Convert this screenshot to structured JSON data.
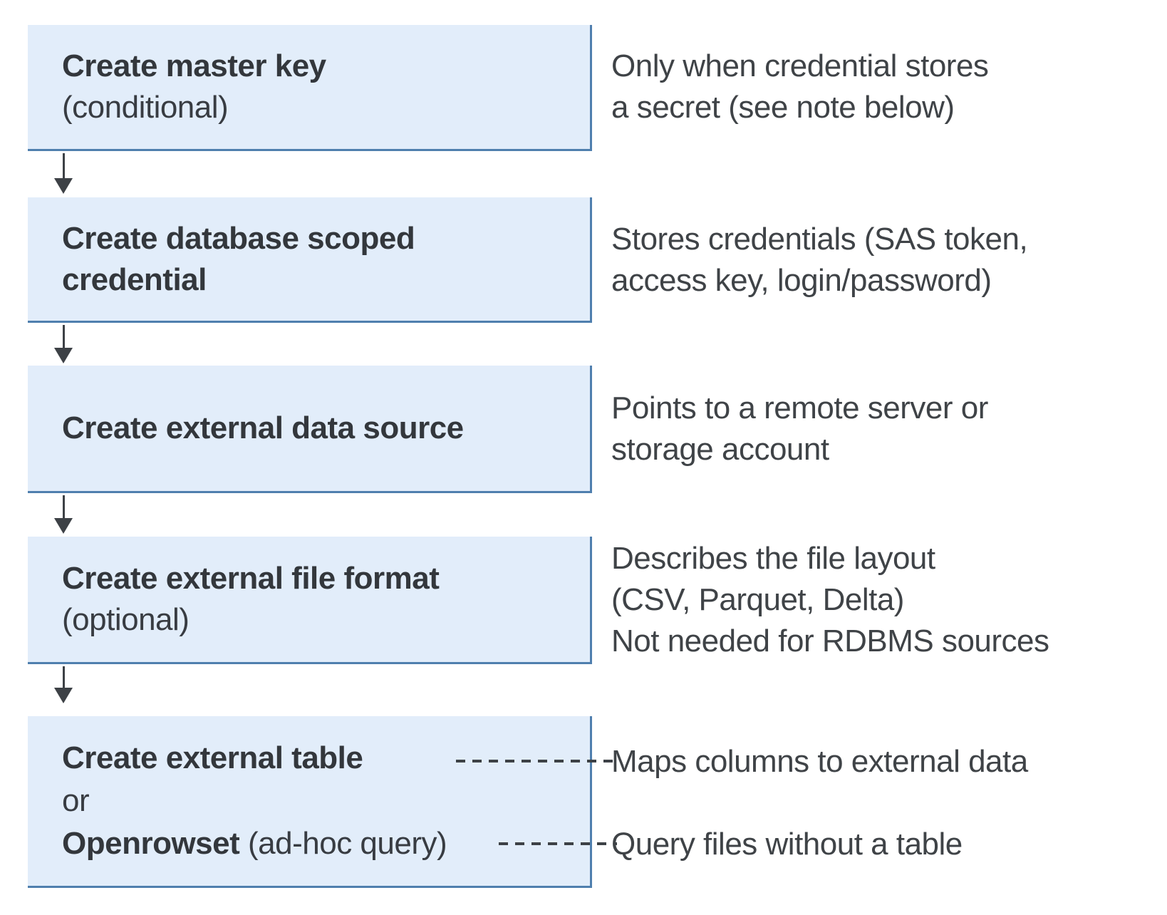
{
  "boxes": {
    "box1": {
      "line1_bold": "Create master key",
      "line2": "(conditional)"
    },
    "box2": {
      "line1_bold": "Create database scoped",
      "line2_bold": "credential"
    },
    "box3": {
      "line1_bold": "Create external data source"
    },
    "box4": {
      "line1_bold": "Create external file format",
      "line2": "(optional)"
    },
    "box5": {
      "line1_bold": "Create external table",
      "line2": "or",
      "line3_bold": "Openrowset",
      "line3_regular": " (ad-hoc query)"
    }
  },
  "notes": {
    "master_key": "Only when credential stores\na secret (see note below)",
    "credential": "Stores credentials (SAS token,\naccess key, login/password)",
    "data_source": "Points to a remote server or\nstorage account",
    "file_format": "Describes the file layout\n(CSV, Parquet, Delta)\nNot needed for RDBMS sources",
    "external_table": "Maps columns to external data",
    "openrowset": "Query files without a table"
  },
  "colors": {
    "box_fill": "#e2edfa",
    "box_border": "#4f7fae",
    "arrow": "#3d4146",
    "bold_text": "#33373c",
    "note_text": "#3f4347"
  }
}
